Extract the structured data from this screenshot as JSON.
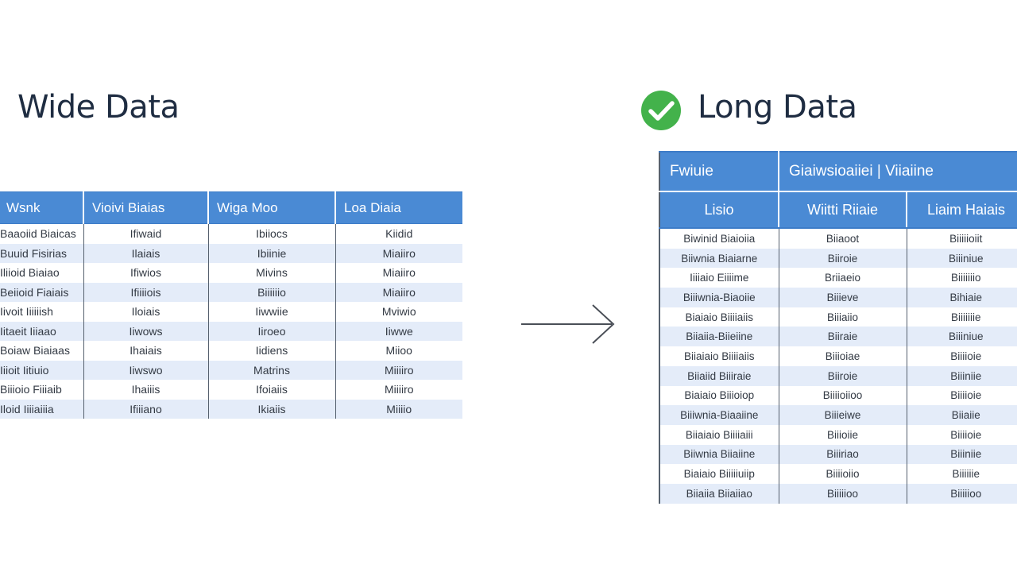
{
  "wide": {
    "title": "Wide Data",
    "headers": [
      "Wsnk",
      "Vioivi Biaias",
      "Wiga Moo",
      "Loa Diaia"
    ],
    "rows": [
      [
        "Baaoiid Biaicas",
        "Ifiwaid",
        "Ibiiocs",
        "Kiidid"
      ],
      [
        "Buuid Fisirias",
        "Ilaiais",
        "Ibiinie",
        "Miaiiro"
      ],
      [
        "Iliioid Biaiao",
        "Ifiwios",
        "Mivins",
        "Miaiiro"
      ],
      [
        "Beiioid Fiaiais",
        "Ifiiiiois",
        "Biiiiiio",
        "Miaiiro"
      ],
      [
        "Iivoit Iiiiiish",
        "Iloiais",
        "Iiwwiie",
        "Mviwio"
      ],
      [
        "Iitaeit Iiiaao",
        "Iiwows",
        "Iiroeo",
        "Iiwwe"
      ],
      [
        "Boiaw Biaiaas",
        "Ihaiais",
        "Iidiens",
        "Miioo"
      ],
      [
        "Iiioit Iitiuio",
        "Iiwswo",
        "Matrins",
        "Miiiiro"
      ],
      [
        "Biiioio Fiiiaib",
        "Ihaiiis",
        "Ifoiaiis",
        "Miiiiro"
      ],
      [
        "Iloid Iiiiaiiia",
        "Ifiiiano",
        "Ikiaiis",
        "Miiiio"
      ]
    ]
  },
  "long": {
    "title": "Long Data",
    "top_headers": [
      "Fwiuie",
      "Giaiwsioaiiei | Viiaiine"
    ],
    "sub_headers": [
      "Lisio",
      "Wiitti Riiaie",
      "Liaim Haiais"
    ],
    "rows": [
      [
        "Biwinid Biaioiia",
        "Biiaoot",
        "Biiiiioiit"
      ],
      [
        "Biiwnia Biaiarne",
        "Biiroie",
        "Biiiniue"
      ],
      [
        "Iiiiaio Eiiiime",
        "Briiaeio",
        "Biiiiiiio"
      ],
      [
        "Biiiwnia-Biaoiie",
        "Biiieve",
        "Bihiaie"
      ],
      [
        "Biaiaio Biiiiaiis",
        "Biiiaiio",
        "Biiiiiiie"
      ],
      [
        "Biiaiia-Biieiine",
        "Biiraie",
        "Biiiniue"
      ],
      [
        "Biiaiaio Biiiiaiis",
        "Biiioiae",
        "Biiiioie"
      ],
      [
        "Biiaiid Biiiraie",
        "Biiroie",
        "Biiiniie"
      ],
      [
        "Biaiaio Biiioiop",
        "Biiiioiioo",
        "Biiiioie"
      ],
      [
        "Biiiwnia-Biaaiine",
        "Biiieiwe",
        "Biiaiie"
      ],
      [
        "Biiaiaio Biiiiaiii",
        "Biiioiie",
        "Biiiioie"
      ],
      [
        "Biiwnia Biiaiine",
        "Biiiriao",
        "Biiiniie"
      ],
      [
        "Biaiaio Biiiiiuiip",
        "Biiiioiio",
        "Biiiiiie"
      ],
      [
        "Biiaiia Biiaiiao",
        "Biiiiioo",
        "Biiiiioo"
      ]
    ]
  },
  "icons": {
    "check": "check-circle-icon",
    "arrow": "arrow-right-icon",
    "check_color": "#43b24b",
    "header_color": "#4a8ad4",
    "stripe_color": "#e4ecf9",
    "title_color": "#1f2d42"
  }
}
